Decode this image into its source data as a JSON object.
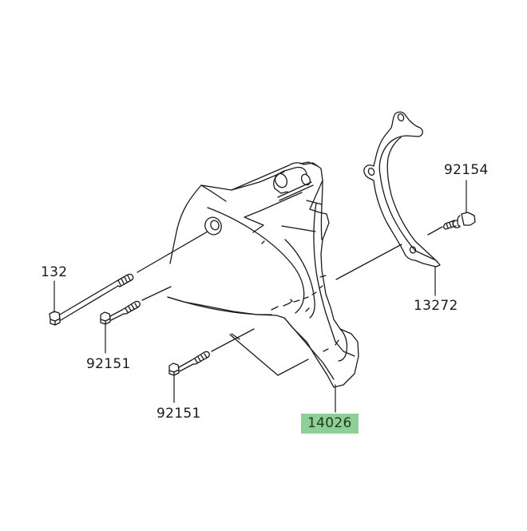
{
  "diagram": {
    "type": "exploded-parts-diagram",
    "highlight_color": "#8fcf97",
    "line_color": "#1a1a1a",
    "parts": [
      {
        "id": "132",
        "label": "132",
        "description": "long bolt"
      },
      {
        "id": "92151a",
        "label": "92151",
        "description": "bolt"
      },
      {
        "id": "92151b",
        "label": "92151",
        "description": "bolt"
      },
      {
        "id": "92154",
        "label": "92154",
        "description": "bolt"
      },
      {
        "id": "13272",
        "label": "13272",
        "description": "gasket / plate"
      },
      {
        "id": "14026",
        "label": "14026",
        "description": "sprocket cover",
        "highlighted": true
      }
    ]
  }
}
